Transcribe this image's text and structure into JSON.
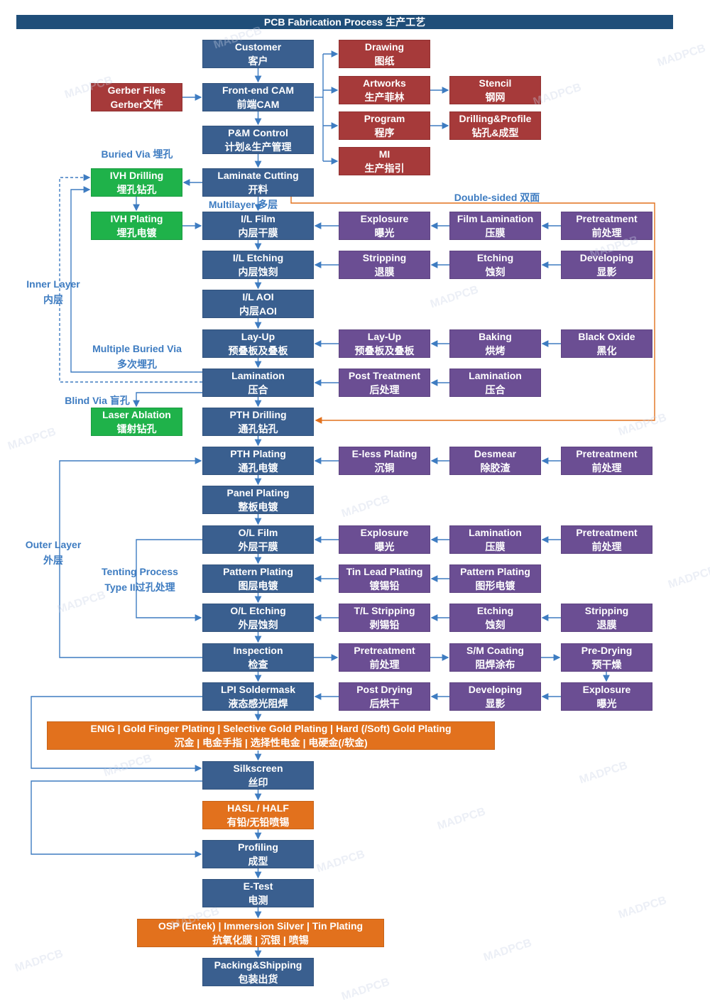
{
  "title": "PCB Fabrication Process 生产工艺",
  "colors": {
    "blue": "#3a5f8f",
    "red": "#a63a3a",
    "purple": "#6b4e93",
    "green": "#1fb24a",
    "orange": "#e2711d",
    "label": "#3e7cc1",
    "title_bar": "#1f4e79"
  },
  "watermark": "MADPCB",
  "labels": {
    "buried_via": "Buried Via 埋孔",
    "multilayer": "Multilayer 多层",
    "double_sided": "Double-sided 双面",
    "inner_layer_en": "Inner Layer",
    "inner_layer_cn": "内层",
    "multiple_buried_via_en": "Multiple Buried Via",
    "multiple_buried_via_cn": "多次埋孔",
    "blind_via": "Blind Via 盲孔",
    "outer_layer_en": "Outer Layer",
    "outer_layer_cn": "外层",
    "tenting_en": "Tenting Process",
    "tenting_cn": "Type II过孔处理"
  },
  "main": [
    {
      "en": "Customer",
      "cn": "客户"
    },
    {
      "en": "Front-end CAM",
      "cn": "前端CAM"
    },
    {
      "en": "P&M Control",
      "cn": "计划&生产管理"
    },
    {
      "en": "Laminate Cutting",
      "cn": "开料"
    },
    {
      "en": "I/L Film",
      "cn": "内层干膜"
    },
    {
      "en": "I/L Etching",
      "cn": "内层蚀刻"
    },
    {
      "en": "I/L AOI",
      "cn": "内层AOI"
    },
    {
      "en": "Lay-Up",
      "cn": "预叠板及叠板"
    },
    {
      "en": "Lamination",
      "cn": "压合"
    },
    {
      "en": "PTH Drilling",
      "cn": "通孔钻孔"
    },
    {
      "en": "PTH Plating",
      "cn": "通孔电镀"
    },
    {
      "en": "Panel Plating",
      "cn": "整板电镀"
    },
    {
      "en": "O/L Film",
      "cn": "外层干膜"
    },
    {
      "en": "Pattern Plating",
      "cn": "图层电镀"
    },
    {
      "en": "O/L Etching",
      "cn": "外层蚀刻"
    },
    {
      "en": "Inspection",
      "cn": "检查"
    },
    {
      "en": "LPI Soldermask",
      "cn": "液态感光阻焊"
    },
    {
      "en": "Silkscreen",
      "cn": "丝印"
    },
    {
      "en": "HASL / HALF",
      "cn": "有铅/无铅喷锡"
    },
    {
      "en": "Profiling",
      "cn": "成型"
    },
    {
      "en": "E-Test",
      "cn": "电测"
    },
    {
      "en": "Packing&Shipping",
      "cn": "包装出货"
    }
  ],
  "gold_bar": {
    "en": "ENIG | Gold Finger Plating | Selective Gold Plating | Hard (/Soft) Gold Plating",
    "cn": "沉金 | 电金手指 | 选择性电金 | 电硬金(/软金)"
  },
  "osp_bar": {
    "en": "OSP (Entek) | Immersion Silver | Tin Plating",
    "cn": "抗氧化膜 | 沉银 | 喷锡"
  },
  "gerber": {
    "en": "Gerber Files",
    "cn": "Gerber文件"
  },
  "cam_outputs": [
    {
      "en": "Drawing",
      "cn": "图纸"
    },
    {
      "en": "Artworks",
      "cn": "生产菲林"
    },
    {
      "en": "Program",
      "cn": "程序"
    },
    {
      "en": "MI",
      "cn": "生产指引"
    }
  ],
  "stencil": {
    "en": "Stencil",
    "cn": "钢网"
  },
  "drilling_profile": {
    "en": "Drilling&Profile",
    "cn": "钻孔&成型"
  },
  "green_nodes": [
    {
      "en": "IVH Drilling",
      "cn": "埋孔钻孔"
    },
    {
      "en": "IVH Plating",
      "cn": "埋孔电镀"
    },
    {
      "en": "Laser Ablation",
      "cn": "镭射钻孔"
    }
  ],
  "side_rows": [
    [
      {
        "en": "Explosure",
        "cn": "曝光"
      },
      {
        "en": "Film Lamination",
        "cn": "压膜"
      },
      {
        "en": "Pretreatment",
        "cn": "前处理"
      }
    ],
    [
      {
        "en": "Stripping",
        "cn": "退膜"
      },
      {
        "en": "Etching",
        "cn": "蚀刻"
      },
      {
        "en": "Developing",
        "cn": "显影"
      }
    ],
    [
      {
        "en": "Lay-Up",
        "cn": "预叠板及叠板"
      },
      {
        "en": "Baking",
        "cn": "烘烤"
      },
      {
        "en": "Black Oxide",
        "cn": "黑化"
      }
    ],
    [
      {
        "en": "Post Treatment",
        "cn": "后处理"
      },
      {
        "en": "Lamination",
        "cn": "压合"
      }
    ],
    [
      {
        "en": "E-less Plating",
        "cn": "沉铜"
      },
      {
        "en": "Desmear",
        "cn": "除胶渣"
      },
      {
        "en": "Pretreatment",
        "cn": "前处理"
      }
    ],
    [
      {
        "en": "Explosure",
        "cn": "曝光"
      },
      {
        "en": "Lamination",
        "cn": "压膜"
      },
      {
        "en": "Pretreatment",
        "cn": "前处理"
      }
    ],
    [
      {
        "en": "Tin Lead Plating",
        "cn": "镀锡铅"
      },
      {
        "en": "Pattern Plating",
        "cn": "图形电镀"
      }
    ],
    [
      {
        "en": "T/L Stripping",
        "cn": "剥锡铅"
      },
      {
        "en": "Etching",
        "cn": "蚀刻"
      },
      {
        "en": "Stripping",
        "cn": "退膜"
      }
    ],
    [
      {
        "en": "Pretreatment",
        "cn": "前处理"
      },
      {
        "en": "S/M Coating",
        "cn": "阻焊涂布"
      },
      {
        "en": "Pre-Drying",
        "cn": "预干燥"
      }
    ],
    [
      {
        "en": "Post Drying",
        "cn": "后烘干"
      },
      {
        "en": "Developing",
        "cn": "显影"
      },
      {
        "en": "Explosure",
        "cn": "曝光"
      }
    ]
  ]
}
